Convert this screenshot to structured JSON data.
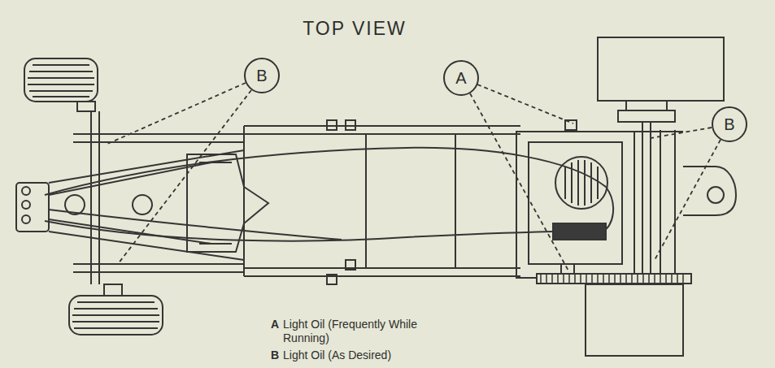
{
  "diagram": {
    "title": "TOP VIEW",
    "nodes": [
      {
        "text": [
          "B"
        ]
      },
      {
        "text": [
          "A"
        ]
      },
      {
        "text": [
          "B"
        ]
      }
    ],
    "labels": [
      "A",
      "Light Oil (Frequently While Running)",
      "B",
      "Light Oil (As Desired)"
    ]
  }
}
